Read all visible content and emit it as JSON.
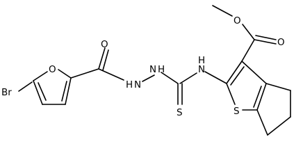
{
  "molecule": {
    "atom_labels": {
      "bromine": "Br",
      "furan_oxygen": "O",
      "amide_oxygen": "O",
      "nh_hydrazide_1": "N",
      "h_hydrazide_1": "H",
      "nh_hydrazide_2": "N",
      "h_hydrazide_2": "H",
      "nh_thioamide": "N",
      "h_thioamide": "H",
      "thione_sulfur": "S",
      "thiophene_sulfur": "S",
      "ester_carbonyl_oxygen": "O",
      "ester_ether_oxygen": "O"
    }
  }
}
